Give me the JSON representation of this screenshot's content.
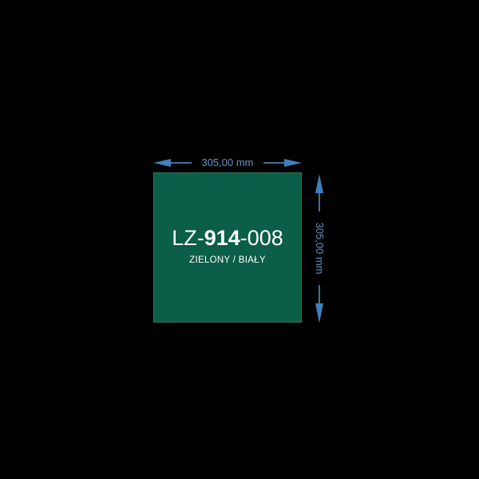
{
  "product": {
    "code_prefix": "LZ-",
    "code_bold": "914",
    "code_suffix": "-008",
    "color_name": "ZIELONY / BIAŁY",
    "plate_color": "#0b5e47",
    "text_color": "#ffffff"
  },
  "dimensions": {
    "width_label": "305,00 mm",
    "height_label": "305,00 mm",
    "arrow_color": "#3f7fbf"
  }
}
